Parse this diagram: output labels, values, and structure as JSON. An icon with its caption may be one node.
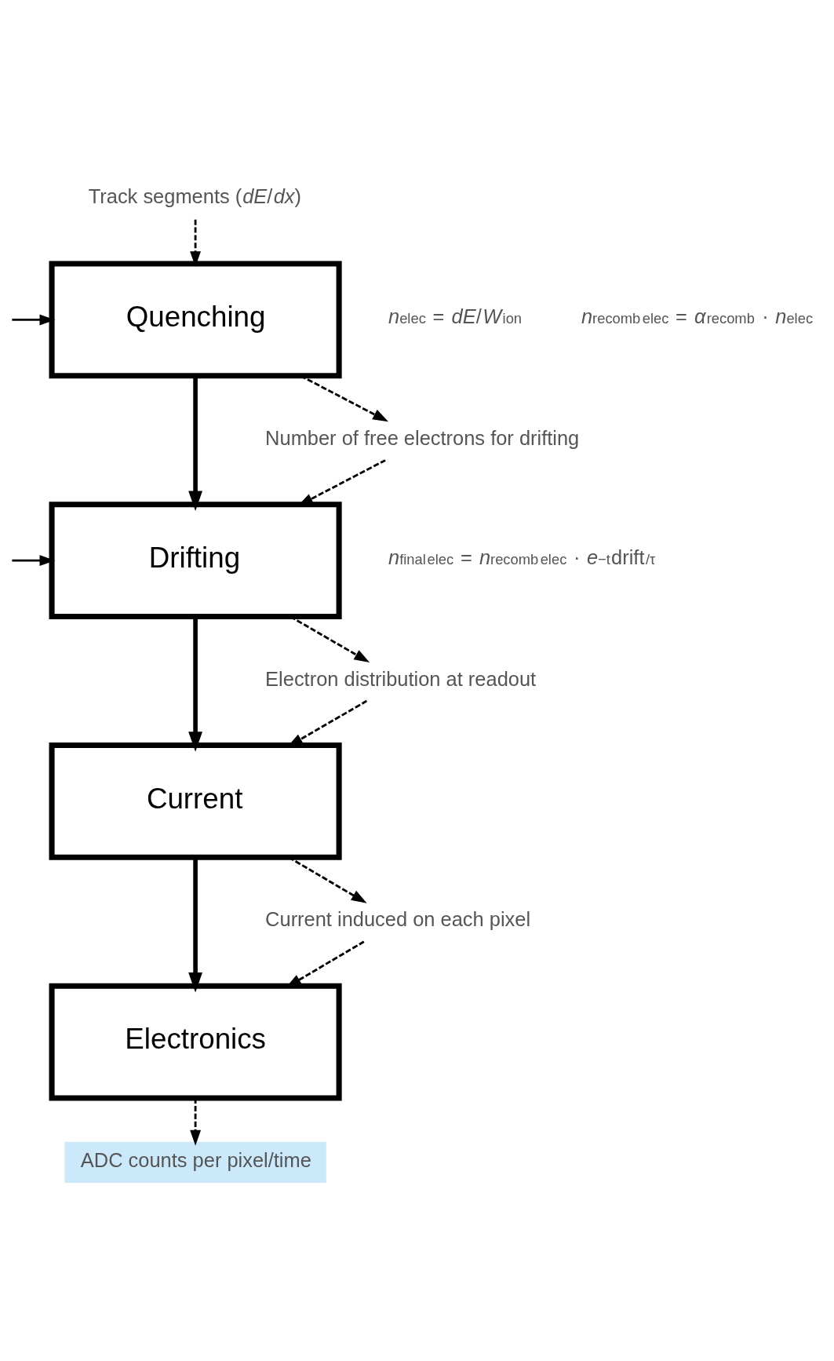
{
  "diagram": {
    "nodes": [
      {
        "text": [
          "Quenching"
        ]
      },
      {
        "text": [
          "Drifting"
        ]
      },
      {
        "text": [
          "Current"
        ]
      },
      {
        "text": [
          "Electronics"
        ]
      },
      {
        "text": [
          "Track segments (*dE*/*dx*)"
        ]
      },
      {
        "text": [
          "Number of free electrons for drifting"
        ]
      },
      {
        "text": [
          "Electron distribution at readout"
        ]
      },
      {
        "text": [
          "Current induced on each pixel"
        ]
      },
      {
        "text": [
          "ADC counts per pixel/time"
        ]
      }
    ],
    "edges": [
      {
        "from": null,
        "to": 0,
        "arrow": "to"
      },
      {
        "from": null,
        "to": 1,
        "arrow": "to"
      },
      {
        "from": 4,
        "to": 0,
        "arrow": "to",
        "style": "dashed"
      },
      {
        "from": 0,
        "to": 5,
        "arrow": "to",
        "style": "dashed"
      },
      {
        "from": 5,
        "to": 1,
        "arrow": "to",
        "style": "dashed"
      },
      {
        "from": 1,
        "to": 6,
        "arrow": "to",
        "style": "dashed"
      },
      {
        "from": 6,
        "to": 2,
        "arrow": "to",
        "style": "dashed"
      },
      {
        "from": 2,
        "to": 7,
        "arrow": "to",
        "style": "dashed"
      },
      {
        "from": 7,
        "to": 3,
        "arrow": "to",
        "style": "dashed"
      },
      {
        "from": 3,
        "to": 8,
        "arrow": "to",
        "style": "dashed"
      },
      {
        "from": 0,
        "to": 1,
        "arrow": "to",
        "style": "thick"
      },
      {
        "from": 1,
        "to": 2,
        "arrow": "to",
        "style": "thick"
      },
      {
        "from": 2,
        "to": 3,
        "arrow": "to",
        "style": "thick"
      }
    ],
    "labels": [
      "*n*$_{elec}$ = *dE*/*W*$_{ion}$",
      "*n*$^{recomb}$$_{elec}$ = *α*$_{recomb}$ · *n*$_{elec}$",
      "*n*$^{final}$$_{elec}$ = *n*$^{recomb}$$_{elec}$ · *e*$^{−t}$drift$^{/τ}$"
    ]
  }
}
